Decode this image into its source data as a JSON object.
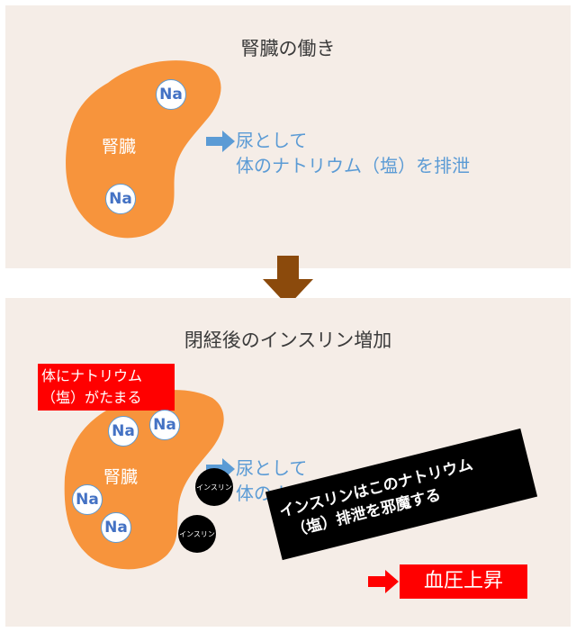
{
  "top_panel": {
    "title": "腎臓の働き",
    "kidney_label": "腎臓",
    "sodium_labels": [
      "Na",
      "Na"
    ],
    "urine_text_line1": "尿として",
    "urine_text_line2": "体のナトリウム（塩）を排泄"
  },
  "bottom_panel": {
    "title": "閉経後のインスリン増加",
    "kidney_label": "腎臓",
    "sodium_labels": [
      "Na",
      "Na",
      "Na",
      "Na"
    ],
    "urine_text_line1": "尿として",
    "urine_text_line2": "体のナトリウム",
    "insulin_labels": [
      "インスリン",
      "インスリン"
    ],
    "salt_accumulation_line1": "体にナトリウム",
    "salt_accumulation_line2": "（塩）がたまる",
    "insulin_blocks_line1": "インスリンはこのナトリウム",
    "insulin_blocks_line2": "（塩）排泄を邪魔する",
    "blood_pressure": "血圧上昇"
  },
  "colors": {
    "panel_bg": "#f5ede7",
    "kidney": "#f7943c",
    "arrow_blue": "#5b9bd5",
    "arrow_brown": "#8b4a0c",
    "alert_red": "#ff0000"
  }
}
